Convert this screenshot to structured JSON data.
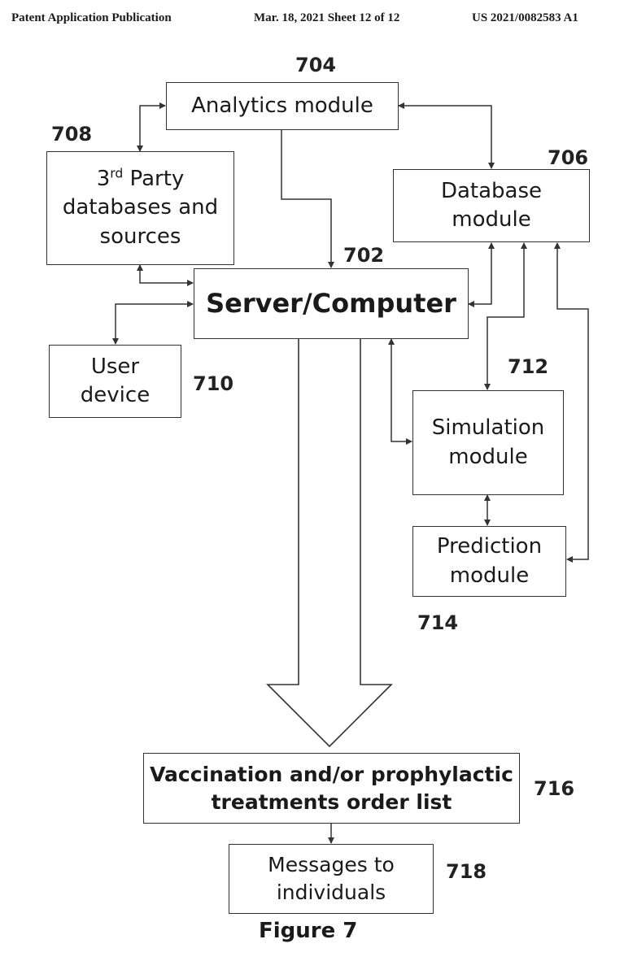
{
  "header": {
    "left": "Patent Application Publication",
    "middle": "Mar. 18, 2021  Sheet 12 of 12",
    "right": "US 2021/0082583 A1"
  },
  "nodes": {
    "analytics": {
      "ref": "704",
      "line1": "Analytics module"
    },
    "database": {
      "ref": "706",
      "line1": "Database",
      "line2": "module"
    },
    "third_party": {
      "ref": "708",
      "prefix": "3",
      "sup": "rd",
      "suffix": " Party",
      "line2": "databases and",
      "line3": "sources"
    },
    "server": {
      "ref": "702",
      "line1": "Server/Computer"
    },
    "user_device": {
      "ref": "710",
      "line1": "User",
      "line2": "device"
    },
    "simulation": {
      "ref": "712",
      "line1": "Simulation",
      "line2": "module"
    },
    "prediction": {
      "ref": "714",
      "line1": "Prediction",
      "line2": "module"
    },
    "order_list": {
      "ref": "716",
      "line1": "Vaccination and/or prophylactic",
      "line2": "treatments order list"
    },
    "messages": {
      "ref": "718",
      "line1": "Messages to",
      "line2": "individuals"
    }
  },
  "figure_label": "Figure 7"
}
